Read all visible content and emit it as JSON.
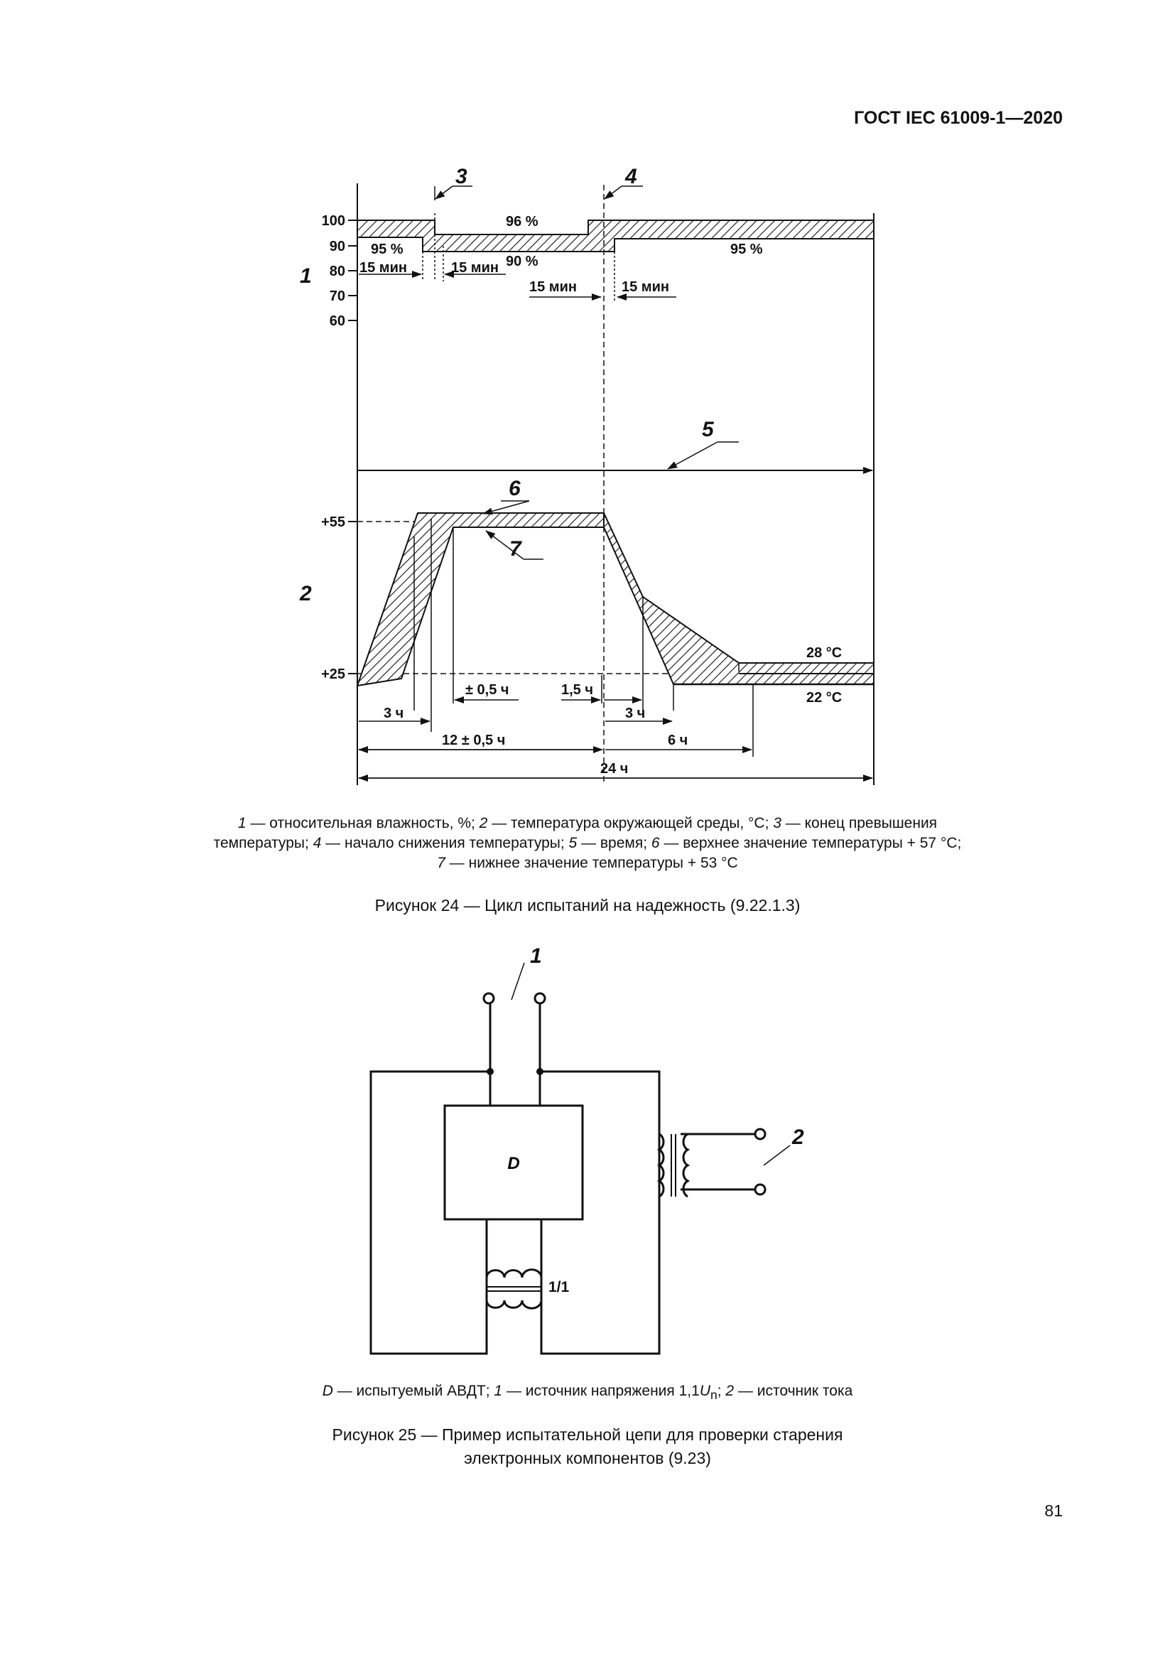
{
  "header": {
    "doc_code": "ГОСТ IEC 61009-1—2020"
  },
  "figure24": {
    "humidity_ticks": [
      "100",
      "90",
      "80",
      "70",
      "60"
    ],
    "temp_ticks": [
      "+55",
      "+25"
    ],
    "axis_tags": {
      "humidity": "1",
      "temperature": "2"
    },
    "callouts": {
      "c3": "3",
      "c4": "4",
      "c5": "5",
      "c6": "6",
      "c7": "7"
    },
    "humidity_labels": {
      "h95_left": "95 %",
      "h96": "96 %",
      "h90": "90 %",
      "h95_right": "95 %",
      "min15_a": "15 мин",
      "min15_b": "15 мин",
      "min15_c": "15 мин",
      "min15_d": "15 мин"
    },
    "temp_labels": {
      "t28": "28 °C",
      "t22": "22 °C",
      "pm05": "± 0,5 ч",
      "h15": "1,5 ч",
      "h3a": "3 ч",
      "h3b": "3 ч",
      "h12": "12 ± 0,5 ч",
      "h6": "6 ч",
      "h24": "24 ч"
    },
    "legend": {
      "line1": [
        {
          "t": "1",
          "i": true
        },
        {
          "t": " — относительная влажность, %; "
        },
        {
          "t": "2",
          "i": true
        },
        {
          "t": " — температура окружающей среды, °C; "
        },
        {
          "t": "3",
          "i": true
        },
        {
          "t": " — конец превышения"
        }
      ],
      "line2": [
        {
          "t": "температуры; "
        },
        {
          "t": "4",
          "i": true
        },
        {
          "t": " — начало снижения температуры; "
        },
        {
          "t": "5",
          "i": true
        },
        {
          "t": " — время; "
        },
        {
          "t": "6",
          "i": true
        },
        {
          "t": " — верхнее значение температуры + 57 °C;"
        }
      ],
      "line3": [
        {
          "t": "7",
          "i": true
        },
        {
          "t": " — нижнее значение температуры + 53 °C"
        }
      ]
    },
    "title": "Рисунок 24 — Цикл испытаний на надежность (9.22.1.3)"
  },
  "figure25": {
    "device_label": "D",
    "ratio_label": "1/1",
    "callouts": {
      "c1": "1",
      "c2": "2"
    },
    "legend": [
      {
        "t": "D",
        "i": true
      },
      {
        "t": " — испытуемый АВДТ; "
      },
      {
        "t": "1",
        "i": true
      },
      {
        "t": " — источник напряжения 1,1"
      },
      {
        "t": "U",
        "i": true
      },
      {
        "t": "n",
        "sub": true
      },
      {
        "t": "; "
      },
      {
        "t": "2",
        "i": true
      },
      {
        "t": " — источник тока"
      }
    ],
    "title_line1": "Рисунок 25 — Пример испытательной цепи для проверки старения",
    "title_line2": "электронных компонентов (9.23)"
  },
  "page_number": "81"
}
